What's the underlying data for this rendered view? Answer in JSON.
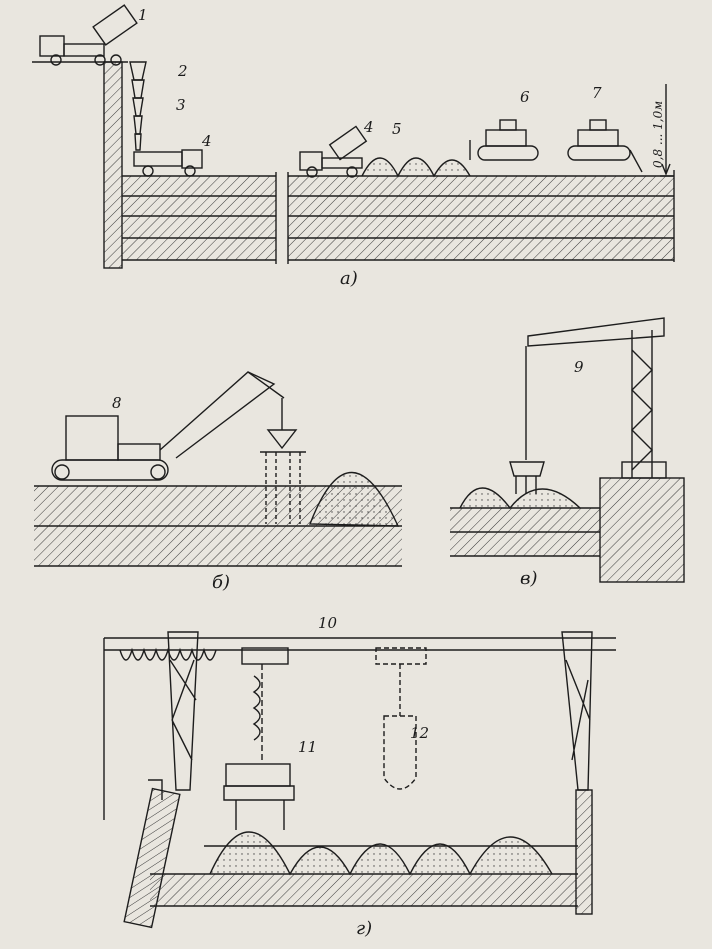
{
  "labels": {
    "n1": "1",
    "n2": "2",
    "n3": "3",
    "n4a": "4",
    "n4b": "4",
    "n5": "5",
    "n6": "6",
    "n7": "7",
    "n8": "8",
    "n9": "9",
    "n10": "10",
    "n11": "11",
    "n12": "12"
  },
  "captions": {
    "a": "а)",
    "b": "б)",
    "v": "в)",
    "g": "г)"
  },
  "dimension": "0,8 ... 1,0м",
  "colors": {
    "paper": "#e9e6df",
    "ink": "#1d1d1d",
    "hatch": "#3a3a3a"
  }
}
